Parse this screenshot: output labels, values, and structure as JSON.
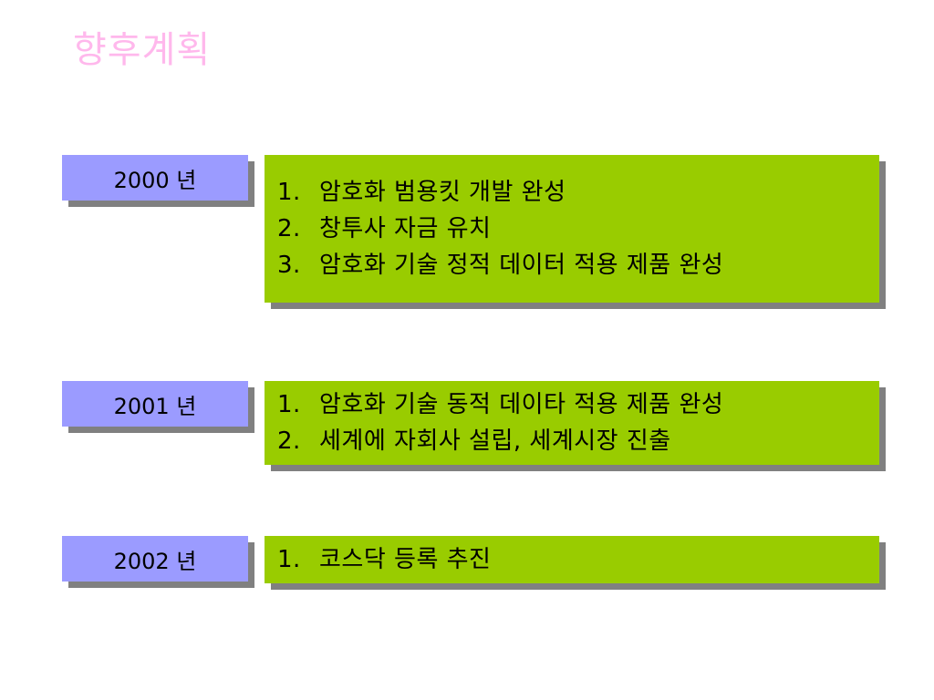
{
  "title": "향후계획",
  "plans": [
    {
      "year": "2000 년",
      "items": [
        {
          "num": "1.",
          "text": "암호화 범용킷 개발 완성"
        },
        {
          "num": "2.",
          "text": "창투사 자금 유치"
        },
        {
          "num": "3.",
          "text": "암호화 기술 정적 데이터 적용 제품 완성"
        }
      ]
    },
    {
      "year": "2001 년",
      "items": [
        {
          "num": "1.",
          "text": "암호화 기술 동적 데이타 적용 제품 완성"
        },
        {
          "num": "2.",
          "text": "세계에 자회사 설립, 세계시장 진출"
        }
      ]
    },
    {
      "year": "2002 년",
      "items": [
        {
          "num": "1.",
          "text": "코스닥 등록 추진"
        }
      ]
    }
  ],
  "colors": {
    "title": "#ffb8ec",
    "year_box": "#9b9bff",
    "item_box": "#99cc00",
    "shadow": "#808080"
  }
}
